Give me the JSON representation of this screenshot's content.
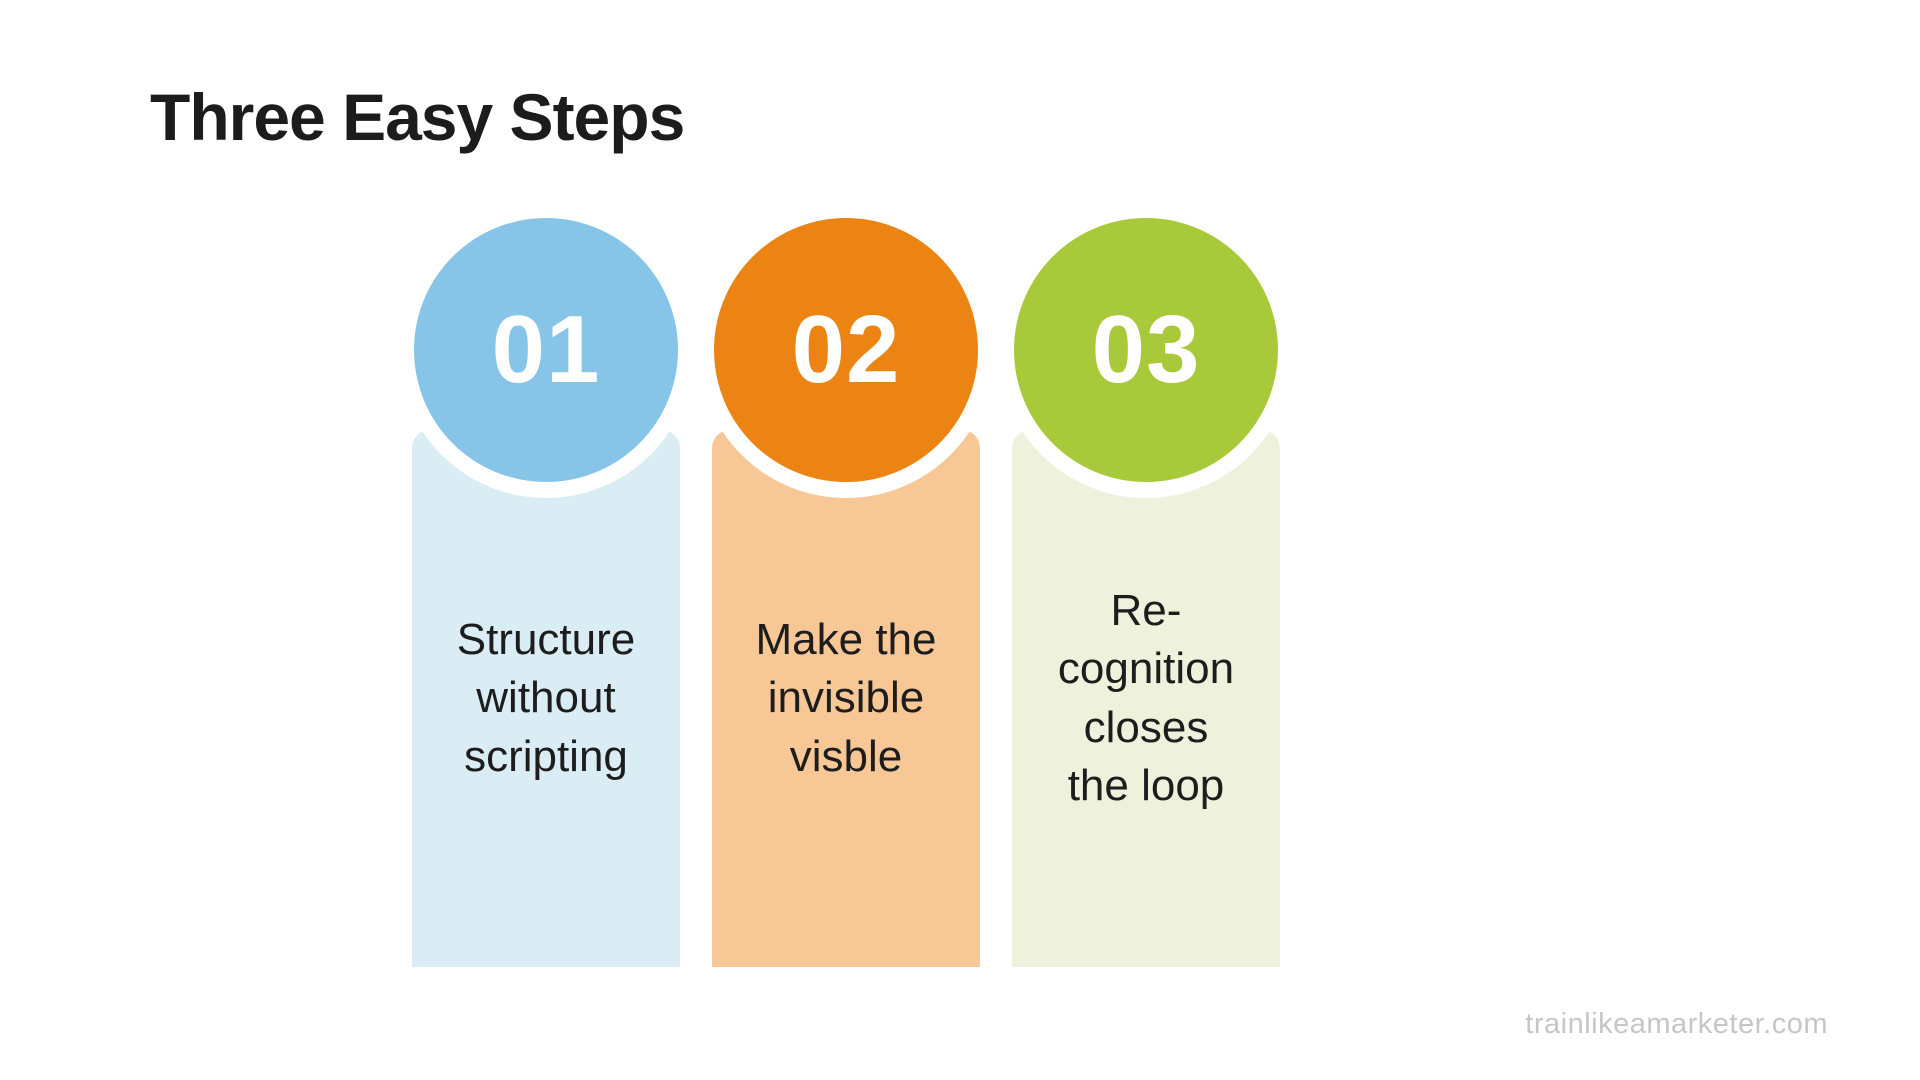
{
  "title": "Three Easy Steps",
  "steps": [
    {
      "number": "01",
      "label": "Structure\nwithout\nscripting",
      "circle_color": "#87C5E8",
      "panel_color": "#DAEDF5"
    },
    {
      "number": "02",
      "label": "Make the\ninvisible\nvisble",
      "circle_color": "#EC8413",
      "panel_color": "#F7C795"
    },
    {
      "number": "03",
      "label": "Re-\ncognition\ncloses\nthe loop",
      "circle_color": "#A8C93A",
      "panel_color": "#EEF2DC"
    }
  ],
  "footer": {
    "website": "trainlikeamarketer.com"
  },
  "colors": {
    "background": "#FFFFFF",
    "title_text": "#1C1C1C",
    "body_text": "#1D1D1D",
    "number_text": "#FFFFFF",
    "footer_text": "#C6C6C6"
  }
}
